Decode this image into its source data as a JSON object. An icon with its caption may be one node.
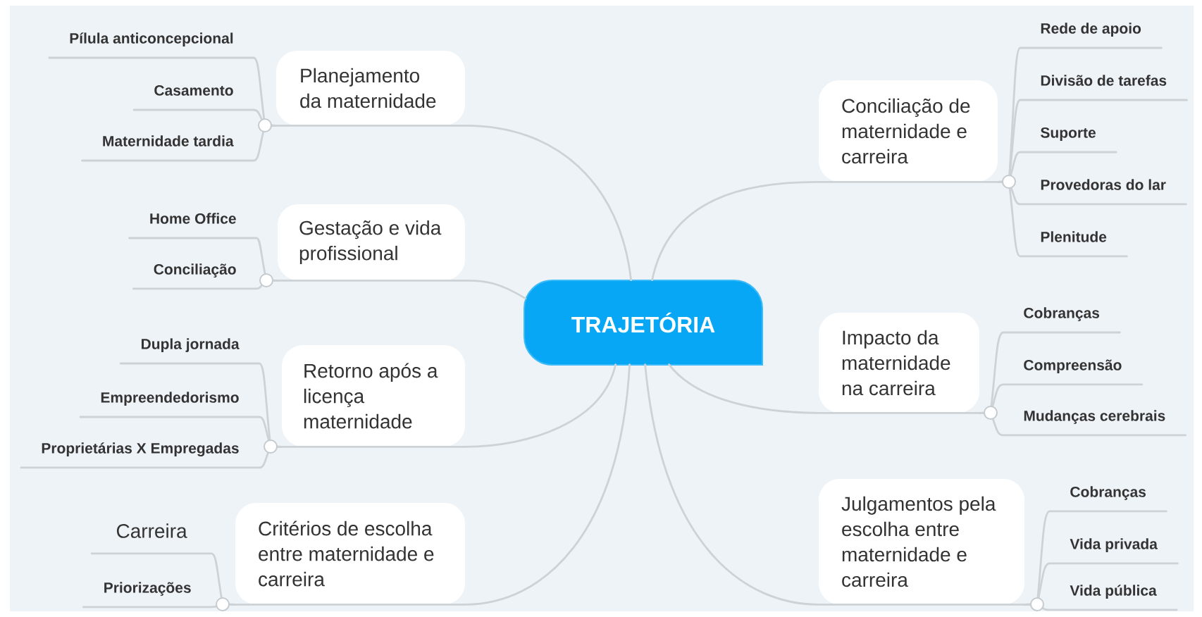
{
  "diagram": {
    "nodes": [
      {
        "text": [
          "TRAJETÓRIA"
        ]
      },
      {
        "text": [
          "Planejamento da maternidade"
        ]
      },
      {
        "text": [
          "Pílula anticoncepcional"
        ]
      },
      {
        "text": [
          "Casamento"
        ]
      },
      {
        "text": [
          "Maternidade tardia"
        ]
      },
      {
        "text": [
          "Gestação e vida profissional"
        ]
      },
      {
        "text": [
          "Home Office"
        ]
      },
      {
        "text": [
          "Conciliação"
        ]
      },
      {
        "text": [
          "Retorno após a licença maternidade"
        ]
      },
      {
        "text": [
          "Dupla jornada"
        ]
      },
      {
        "text": [
          "Empreendedorismo"
        ]
      },
      {
        "text": [
          "Proprietárias X Empregadas"
        ]
      },
      {
        "text": [
          "Critérios de escolha entre maternidade e carreira"
        ]
      },
      {
        "text": [
          "Carreira"
        ]
      },
      {
        "text": [
          "Priorizações"
        ]
      },
      {
        "text": [
          "Conciliação de maternidade e carreira"
        ]
      },
      {
        "text": [
          "Rede de apoio"
        ]
      },
      {
        "text": [
          "Divisão de tarefas"
        ]
      },
      {
        "text": [
          "Suporte"
        ]
      },
      {
        "text": [
          "Provedoras do lar"
        ]
      },
      {
        "text": [
          "Plenitude"
        ]
      },
      {
        "text": [
          "Impacto da maternidade na carreira"
        ]
      },
      {
        "text": [
          "Cobranças"
        ]
      },
      {
        "text": [
          "Compreensão"
        ]
      },
      {
        "text": [
          "Mudanças cerebrais"
        ]
      },
      {
        "text": [
          "Julgamentos pela escolha entre maternidade e carreira"
        ]
      },
      {
        "text": [
          "Cobranças"
        ]
      },
      {
        "text": [
          "Vida privada"
        ]
      },
      {
        "text": [
          "Vida pública"
        ]
      }
    ],
    "edges": [
      {
        "from": 0,
        "to": 1,
        "arrow": "none"
      },
      {
        "from": 1,
        "to": 2,
        "arrow": "none"
      },
      {
        "from": 1,
        "to": 3,
        "arrow": "none"
      },
      {
        "from": 1,
        "to": 4,
        "arrow": "none"
      },
      {
        "from": 0,
        "to": 5,
        "arrow": "none"
      },
      {
        "from": 5,
        "to": 6,
        "arrow": "none"
      },
      {
        "from": 5,
        "to": 7,
        "arrow": "none"
      },
      {
        "from": 0,
        "to": 8,
        "arrow": "none"
      },
      {
        "from": 8,
        "to": 9,
        "arrow": "none"
      },
      {
        "from": 8,
        "to": 10,
        "arrow": "none"
      },
      {
        "from": 8,
        "to": 11,
        "arrow": "none"
      },
      {
        "from": 0,
        "to": 12,
        "arrow": "none"
      },
      {
        "from": 12,
        "to": 13,
        "arrow": "none"
      },
      {
        "from": 12,
        "to": 14,
        "arrow": "none"
      },
      {
        "from": 0,
        "to": 15,
        "arrow": "none"
      },
      {
        "from": 15,
        "to": 16,
        "arrow": "none"
      },
      {
        "from": 15,
        "to": 17,
        "arrow": "none"
      },
      {
        "from": 15,
        "to": 18,
        "arrow": "none"
      },
      {
        "from": 15,
        "to": 19,
        "arrow": "none"
      },
      {
        "from": 15,
        "to": 20,
        "arrow": "none"
      },
      {
        "from": 0,
        "to": 21,
        "arrow": "none"
      },
      {
        "from": 21,
        "to": 22,
        "arrow": "none"
      },
      {
        "from": 21,
        "to": 23,
        "arrow": "none"
      },
      {
        "from": 21,
        "to": 24,
        "arrow": "none"
      },
      {
        "from": 0,
        "to": 25,
        "arrow": "none"
      },
      {
        "from": 25,
        "to": 26,
        "arrow": "none"
      },
      {
        "from": 25,
        "to": 27,
        "arrow": "none"
      },
      {
        "from": 25,
        "to": 28,
        "arrow": "none"
      }
    ]
  }
}
